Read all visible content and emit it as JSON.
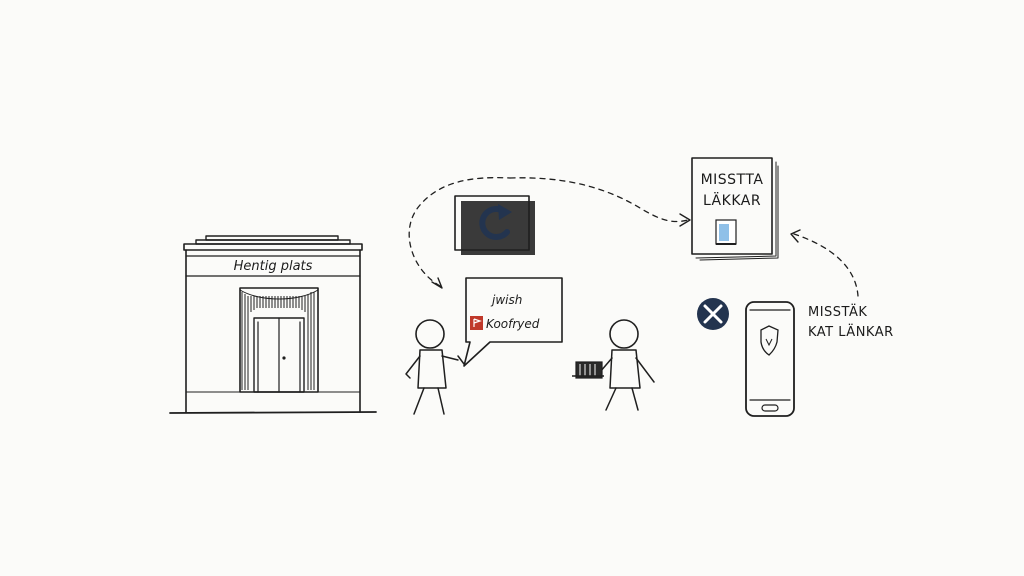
{
  "store": {
    "sign_text": "Hentig plats"
  },
  "speech_bubble": {
    "line1": "jwish",
    "line2": "Koofryed"
  },
  "document": {
    "line1": "MISSTTA",
    "line2": "LÄKKAR"
  },
  "phone_label": {
    "line1": "MISSTÄK",
    "line2": "KAT LÄNKAR"
  },
  "icons": {
    "refresh": "refresh-icon",
    "error": "x-circle-icon",
    "shield": "shield-icon",
    "flag": "red-flag-icon"
  },
  "colors": {
    "ink": "#1f1f1f",
    "navy": "#23344f",
    "red": "#c0392b",
    "paper": "#fbfbf9",
    "blue_accent": "#8fc0e8"
  }
}
